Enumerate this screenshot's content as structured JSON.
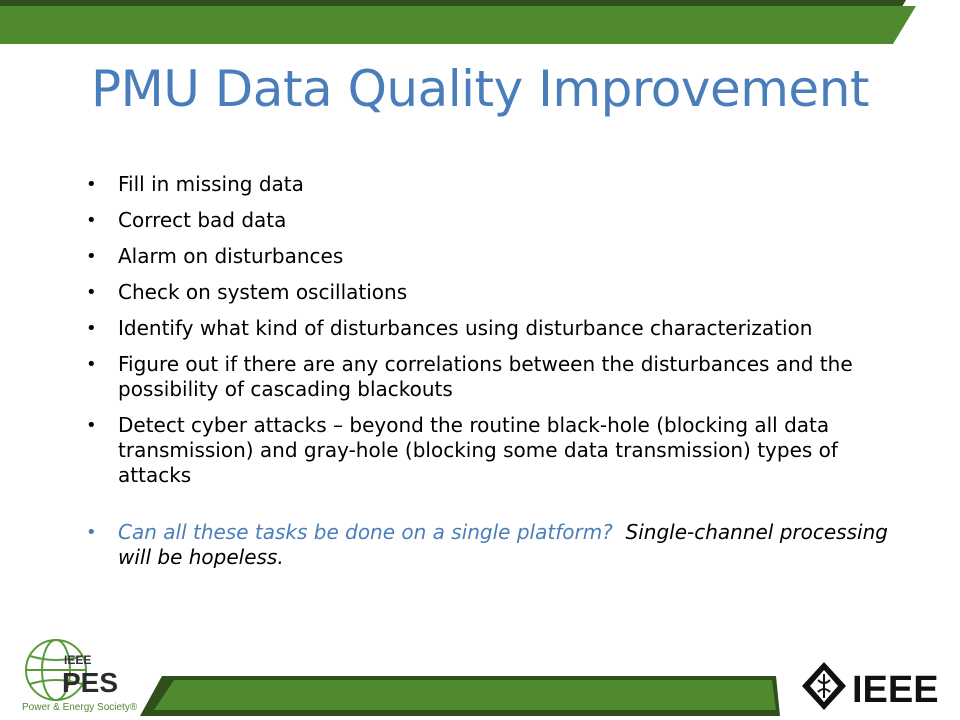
{
  "slide": {
    "title": "PMU Data Quality Improvement",
    "bullets": [
      "Fill in missing data",
      "Correct bad data",
      "Alarm on disturbances",
      "Check on system oscillations",
      "Identify what kind of disturbances using disturbance characterization",
      "Figure out if there are any correlations between the disturbances and the possibility of cascading blackouts",
      "Detect cyber attacks – beyond the routine black-hole (blocking all data transmission) and gray-hole (blocking some data transmission) types of attacks"
    ],
    "final_bullet": {
      "question": "Can all these tasks be done on a single platform?",
      "answer": "Single-channel processing will be hopeless."
    }
  },
  "branding": {
    "pes_logo": {
      "line1": "IEEE",
      "line2": "PES",
      "tagline": "Power & Energy Society®"
    },
    "ieee_logo": {
      "text": "IEEE"
    }
  },
  "colors": {
    "title": "#4a7ebb",
    "band_green": "#4f8a2f",
    "band_dark": "#2f4f1d",
    "ieee_black": "#111111"
  }
}
